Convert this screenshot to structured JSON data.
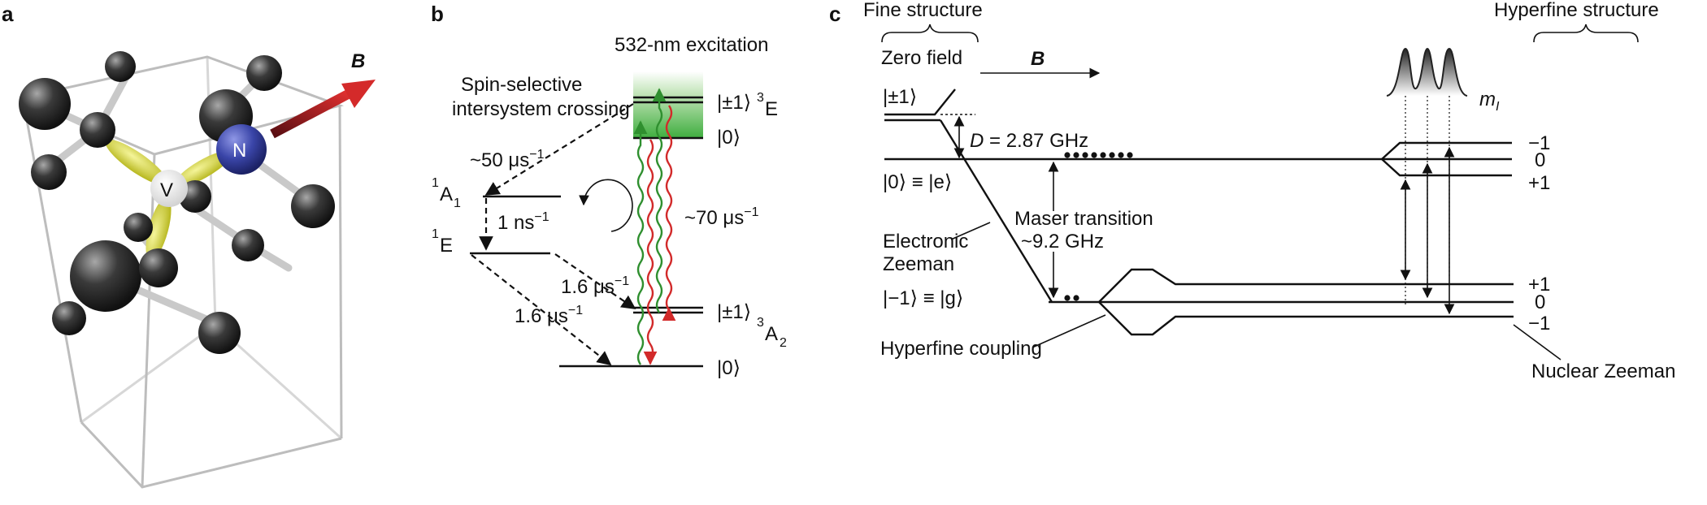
{
  "colors": {
    "carbon_atom": "#333333",
    "nitrogen_atom": "#3a45a8",
    "vacancy": "#f2f2f2",
    "orbital_lobe": "#d8d82a",
    "b_arrow": "#c0222a",
    "green_excitation": "#3aa63a",
    "red_emission": "#d22a2a"
  },
  "panel_a": {
    "label": "a",
    "b_field": "B",
    "nitrogen": "N",
    "vacancy": "V"
  },
  "panel_b": {
    "label": "b",
    "excitation": "532-nm excitation",
    "isc_line1": "Spin-selective",
    "isc_line2": "intersystem crossing",
    "rate_isc": "~50 μs",
    "rate_isc_exp": "−1",
    "singlet_upper": "A",
    "singlet_upper_sup": "1",
    "singlet_upper_sub": "1",
    "rate_singlet": "1 ns",
    "rate_singlet_exp": "−1",
    "singlet_lower": "E",
    "singlet_lower_sup": "1",
    "rate_to_pm1": "1.6 μs",
    "rate_to_pm1_exp": "−1",
    "rate_to_0": "1.6 μs",
    "rate_to_0_exp": "−1",
    "rate_radiative": "~70 μs",
    "rate_radiative_exp": "−1",
    "excited_pm1": "|±1⟩",
    "excited_0": "|0⟩",
    "excited_state": "E",
    "excited_state_sup": "3",
    "ground_pm1": "|±1⟩",
    "ground_0": "|0⟩",
    "ground_state": "A",
    "ground_state_sup": "3",
    "ground_state_sub": "2"
  },
  "panel_c": {
    "label": "c",
    "fine_structure": "Fine structure",
    "hyperfine_structure": "Hyperfine structure",
    "zero_field": "Zero field",
    "b_field": "B",
    "level_pm1": "|±1⟩",
    "d_label": "D",
    "d_value": " = 2.87 GHz",
    "level_excited": "|0⟩ ≡ |e⟩",
    "level_ground": "|−1⟩ ≡ |g⟩",
    "maser_line1": "Maser transition",
    "maser_line2": "~9.2 GHz",
    "electronic_line1": "Electronic",
    "electronic_line2": "Zeeman",
    "hyperfine_coupling": "Hyperfine coupling",
    "nuclear_zeeman": "Nuclear Zeeman",
    "mi_label": "m",
    "mi_sub": "I",
    "upper_m_minus": "−1",
    "upper_m_zero": "0",
    "upper_m_plus": "+1",
    "lower_m_plus": "+1",
    "lower_m_zero": "0",
    "lower_m_minus": "−1"
  }
}
